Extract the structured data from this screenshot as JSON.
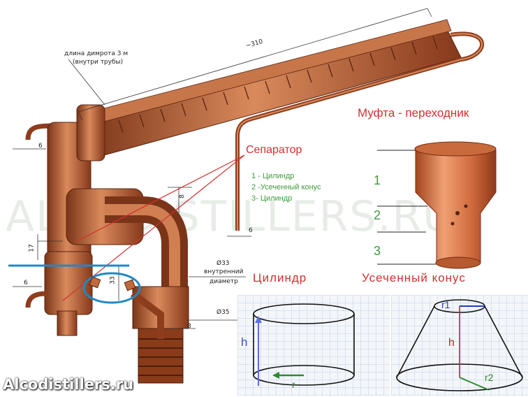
{
  "watermark": "ALCODISTILLERS.RU",
  "brand": "Alcodistillers.ru",
  "dimroth_label": {
    "line1": "длина димрота 3 м",
    "line2": "(внутри трубы)"
  },
  "dims": {
    "d310": "~310",
    "d6a": "6",
    "d8a": "8",
    "d6b": "6",
    "d17": "17",
    "d6c": "6",
    "d33": "33",
    "d8b": "8",
    "phi33": "Ø33",
    "phi35": "Ø35",
    "inner_diam": {
      "line1": "внутренний",
      "line2": "диаметр"
    }
  },
  "separator": {
    "title": "Сепаратор",
    "items": [
      "1 - Цилиндр",
      "2 -Усеченный конус",
      "3- Цилиндр"
    ]
  },
  "coupling": {
    "title": "Муфта - переходник",
    "n1": "1",
    "n2": "2",
    "n3": "3"
  },
  "cylinder": {
    "title": "Цилиндр",
    "h": "h",
    "r": "r"
  },
  "cone": {
    "title": "Усеченный конус",
    "r1": "r1",
    "h": "h",
    "r2": "r2"
  },
  "colors": {
    "copper": "#b5653a",
    "red_text": "#d32f2f",
    "green_text": "#3f9a3f",
    "blue_mark": "#1e88c8"
  }
}
